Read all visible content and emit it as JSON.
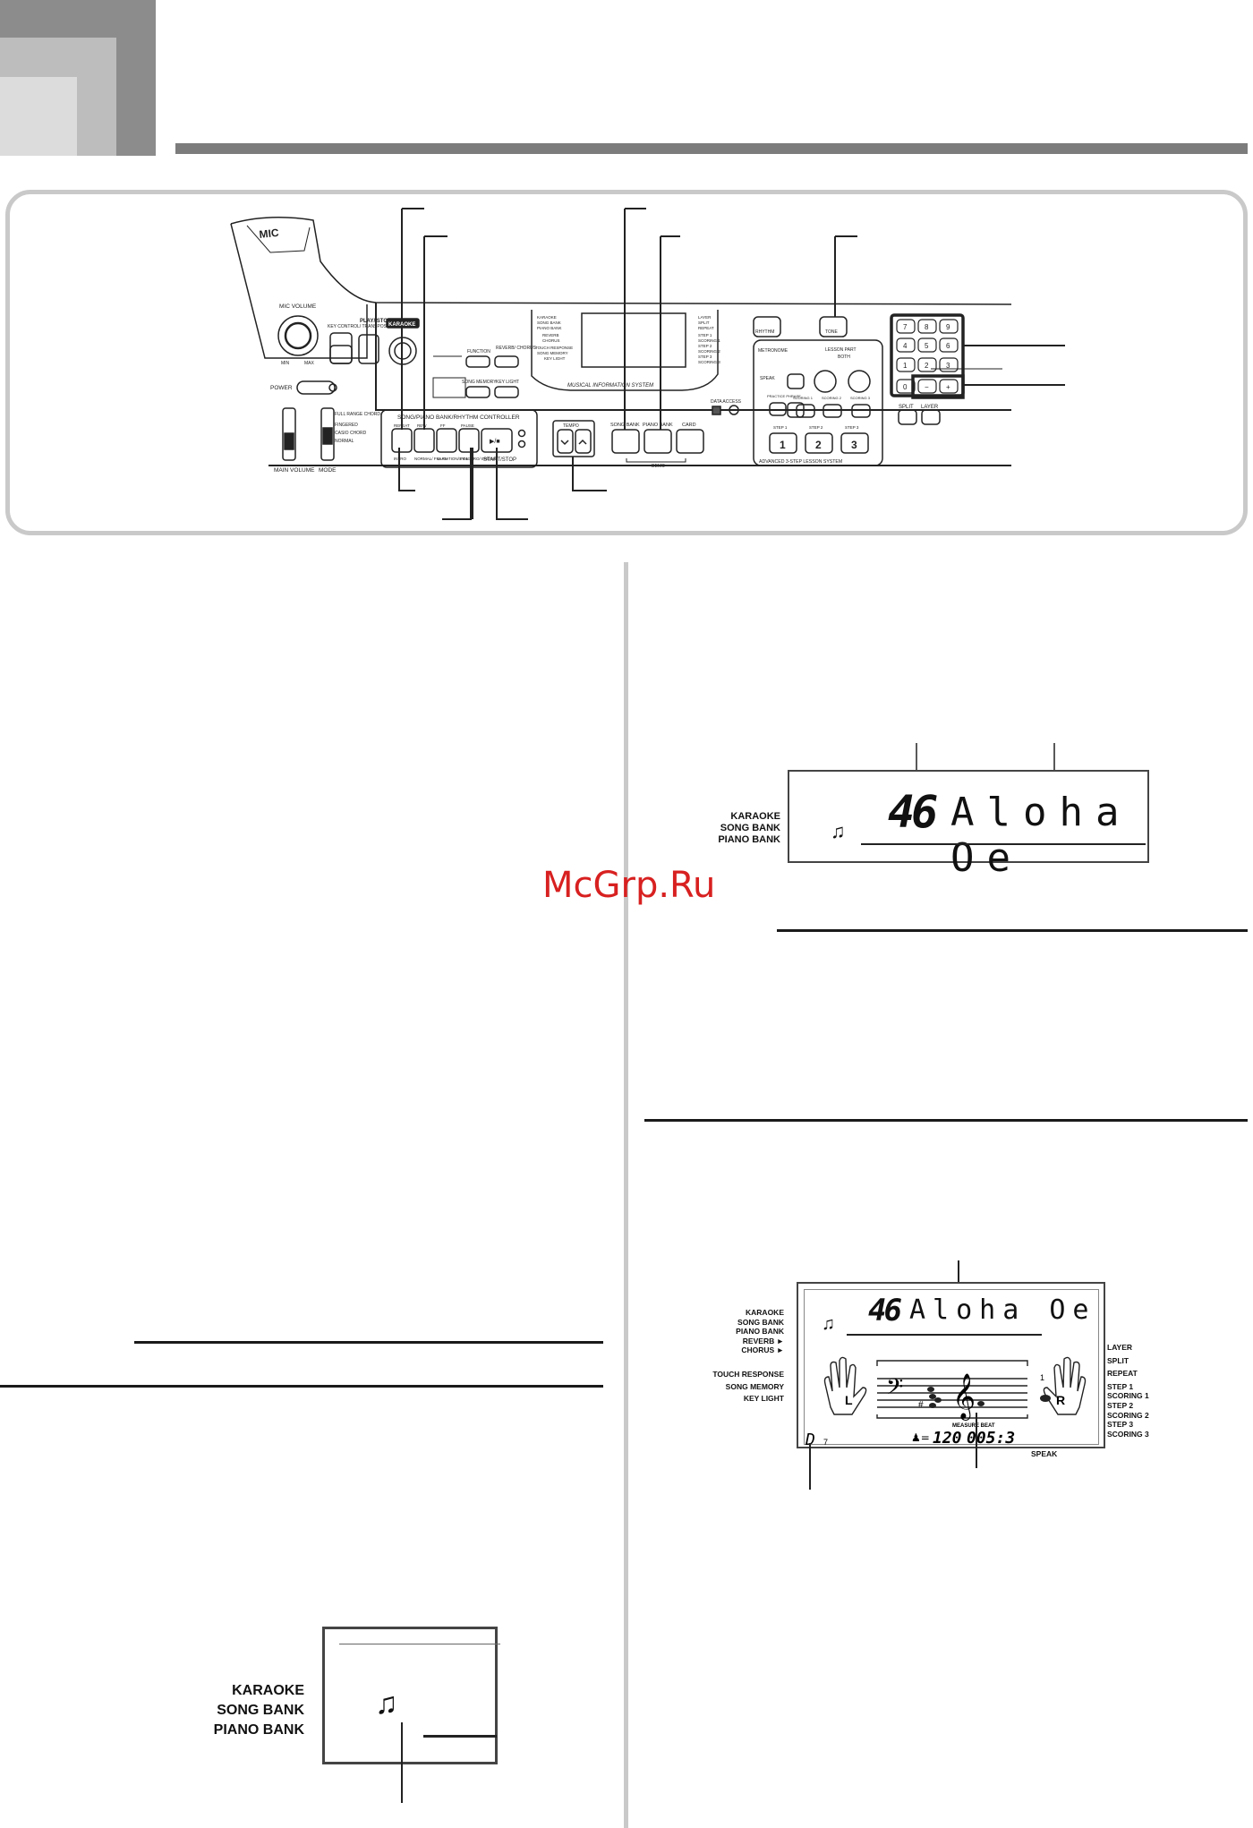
{
  "watermark": "McGrp.Ru",
  "keyboard": {
    "mic_label": "MIC",
    "mic_volume": "MIC VOLUME",
    "mic_min": "MIN",
    "mic_max": "MAX",
    "power": "POWER",
    "main_volume": "MAIN VOLUME",
    "mode": "MODE",
    "mode_options": [
      "FULL RANGE CHORD",
      "FINGERED",
      "CASIO CHORD",
      "NORMAL"
    ],
    "key_control": "KEY CONTROL/ TRANSPOSE",
    "play_stop": "PLAY/ STOP",
    "karaoke": "KARAOKE",
    "function": "FUNCTION",
    "reverb_chorus": "REVERB/ CHORUS",
    "song_memory": "SONG MEMORY",
    "key_light": "KEY LIGHT",
    "controller_title": "SONG/PIANO BANK/RHYTHM CONTROLLER",
    "controller_buttons": [
      "REPEAT",
      "REW",
      "FF",
      "PAUSE",
      "▶/■"
    ],
    "controller_sub": [
      "INTRO",
      "NORMAL/ FILL-IN",
      "VARIATION/ FILL-IN",
      "SYNCHRO/ ENDING",
      "START/STOP"
    ],
    "tempo": "TEMPO",
    "song_bank": "SONG BANK",
    "piano_bank": "PIANO BANK",
    "card": "CARD",
    "demo": "DEMO",
    "rhythm": "RHYTHM",
    "tone": "TONE",
    "data_access": "DATA ACCESS",
    "mis": "MUSICAL INFORMATION SYSTEM",
    "display_left": [
      "KARAOKE",
      "SONG BANK",
      "PIANO BANK",
      "REVERB",
      "CHORUS",
      "TOUCH RESPONSE",
      "SONG MEMORY",
      "KEY LIGHT"
    ],
    "display_right": [
      "LAYER",
      "SPLIT",
      "REPEAT",
      "STEP 1",
      "SCORING 1",
      "STEP 2",
      "SCORING 2",
      "STEP 3",
      "SCORING 3"
    ],
    "metronome": "METRONOME",
    "speak": "SPEAK",
    "lesson_part": "LESSON PART",
    "both": "BOTH",
    "practice": "PRACTICE PHRASE",
    "scoring": [
      "SCORING 1",
      "SCORING 2",
      "SCORING 3"
    ],
    "steps": [
      "STEP 1",
      "STEP 2",
      "STEP 3"
    ],
    "step_nums": [
      "1",
      "2",
      "3"
    ],
    "lesson_system": "ADVANCED 3-STEP LESSON SYSTEM",
    "numpad": [
      "7",
      "8",
      "9",
      "4",
      "5",
      "6",
      "1",
      "2",
      "3",
      "0",
      "−",
      "+"
    ],
    "split": "SPLIT",
    "layer": "LAYER"
  },
  "bank_display_small": {
    "labels": [
      "KARAOKE",
      "SONG BANK",
      "PIANO BANK"
    ]
  },
  "song_display_top": {
    "labels": [
      "KARAOKE",
      "SONG BANK",
      "PIANO BANK"
    ],
    "number": "46",
    "name": "Aloha Oe"
  },
  "song_display_full": {
    "left_labels": [
      "KARAOKE",
      "SONG BANK",
      "PIANO BANK",
      "REVERB ►",
      "CHORUS ►",
      "TOUCH RESPONSE",
      "SONG MEMORY",
      "KEY LIGHT"
    ],
    "right_labels": [
      "LAYER",
      "SPLIT",
      "REPEAT",
      "STEP 1",
      "SCORING 1",
      "STEP 2",
      "SCORING 2",
      "STEP 3",
      "SCORING 3"
    ],
    "number": "46",
    "name": "Aloha Oe",
    "left_hand": "L",
    "right_hand": "R",
    "finger": "1",
    "sharp": "#",
    "chord": "D",
    "chord_sub": "7",
    "measure_beat": "MEASURE BEAT",
    "tempo_value": "120",
    "measure_value": "005:3",
    "speak": "SPEAK"
  }
}
